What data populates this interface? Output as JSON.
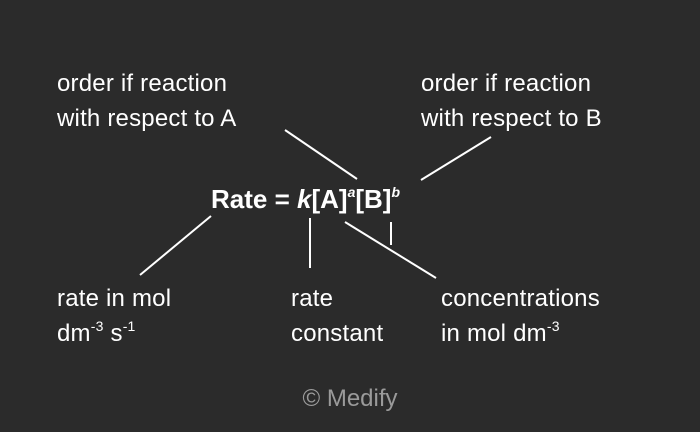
{
  "labels": {
    "order_a": {
      "line1": "order if reaction",
      "line2": "with respect to A"
    },
    "order_b": {
      "line1": "order if reaction",
      "line2": "with respect to B"
    },
    "rate_units": {
      "line1": "rate in mol",
      "line2_dm": "dm",
      "line2_dm_exp": "-3",
      "line2_s": " s",
      "line2_s_exp": "-1"
    },
    "rate_constant": {
      "line1": "rate",
      "line2": "constant"
    },
    "concentrations": {
      "line1": "concentrations",
      "line2_text": "in mol dm",
      "line2_exp": "-3"
    }
  },
  "equation": {
    "prefix": "Rate = ",
    "k": "k",
    "a_bracket": "[A]",
    "a_exp": "a",
    "b_bracket": "[B]",
    "b_exp": "b"
  },
  "watermark": "© Medify",
  "colors": {
    "background": "#2b2b2b",
    "text": "#ffffff",
    "watermark": "#9a9a9a",
    "connector": "#ffffff"
  }
}
